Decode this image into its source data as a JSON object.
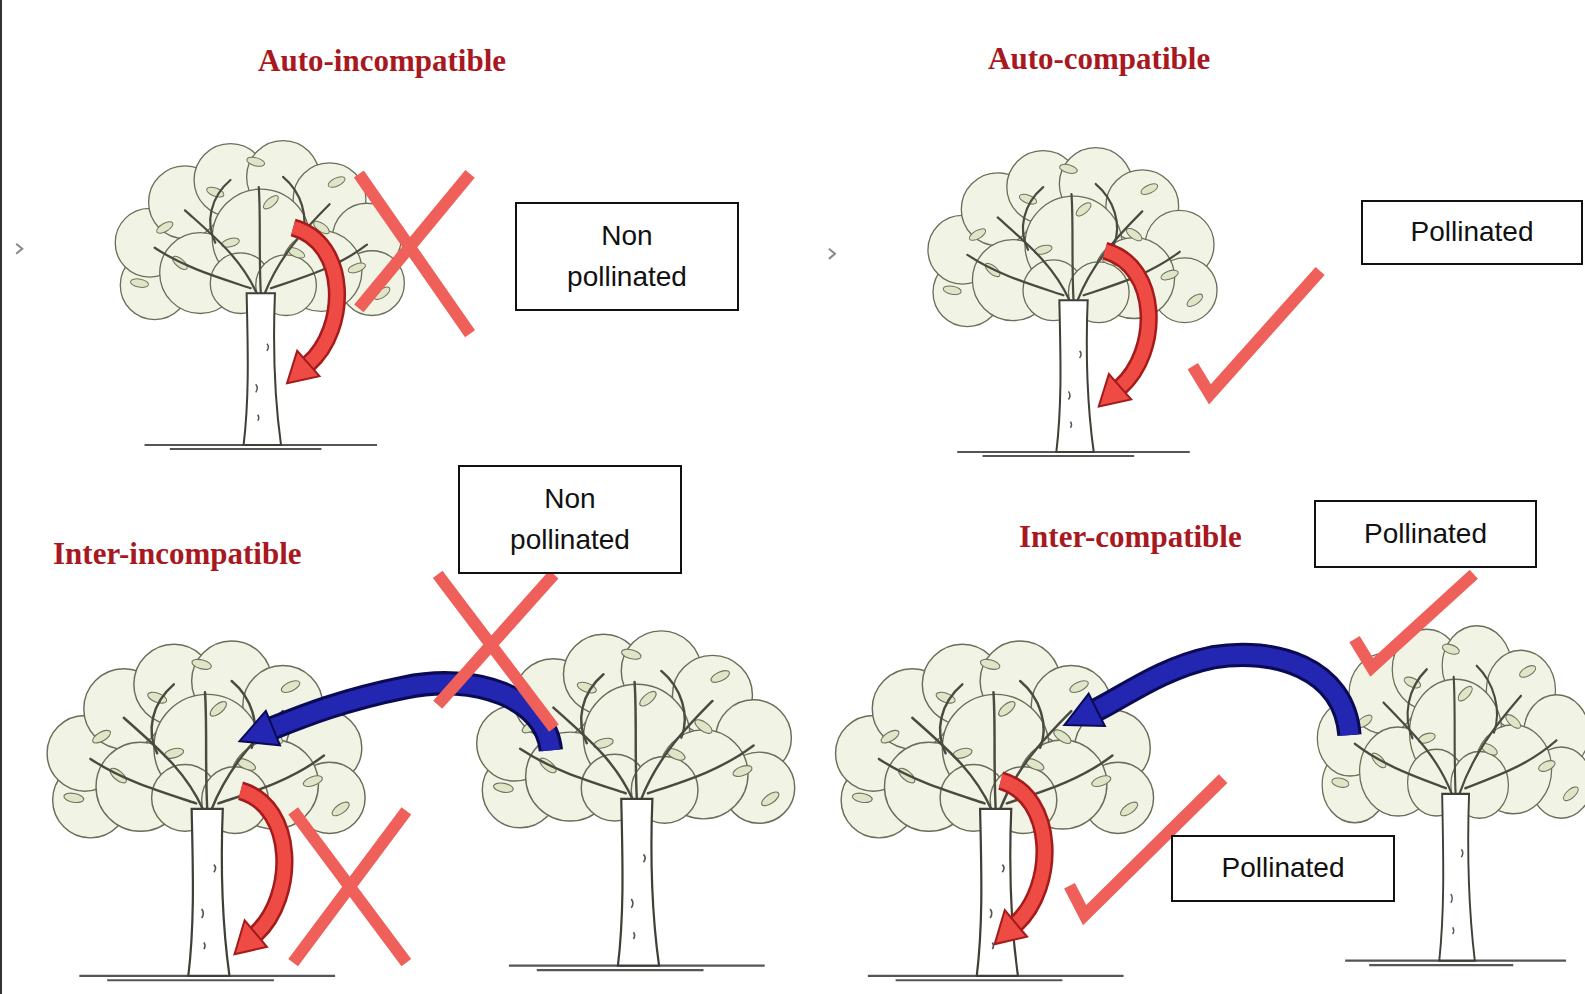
{
  "diagram": {
    "nodes": [
      {
        "text": [
          "Non pollinated"
        ]
      },
      {
        "text": [
          "Pollinated"
        ]
      },
      {
        "text": [
          "Non pollinated"
        ]
      },
      {
        "text": [
          "Pollinated"
        ]
      },
      {
        "text": [
          "Pollinated"
        ]
      }
    ],
    "labels": [
      "Auto-incompatible",
      "Auto-compatible",
      "Inter-incompatible",
      "Inter-compatible"
    ]
  }
}
